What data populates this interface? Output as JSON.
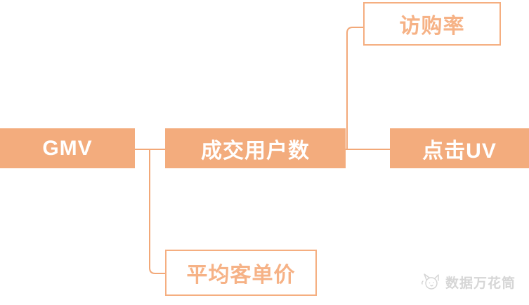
{
  "diagram": {
    "type": "mindmap",
    "description": "GMV metric decomposition tree",
    "nodes": {
      "gmv": {
        "label": "GMV",
        "style": "filled"
      },
      "paying_users": {
        "label": "成交用户数",
        "style": "filled"
      },
      "visit_purchase_rate": {
        "label": "访购率",
        "style": "outlined"
      },
      "click_uv": {
        "label": "点击UV",
        "style": "filled"
      },
      "avg_order_value": {
        "label": "平均客单价",
        "style": "outlined"
      }
    },
    "edges": [
      {
        "from": "gmv",
        "to": "paying_users"
      },
      {
        "from": "gmv",
        "to": "avg_order_value"
      },
      {
        "from": "paying_users",
        "to": "visit_purchase_rate"
      },
      {
        "from": "paying_users",
        "to": "click_uv"
      }
    ],
    "colors": {
      "node_fill": "#F3AC7D",
      "node_border": "#F5AE80",
      "text_on_fill": "#FFFFFF",
      "text_outlined": "#F6B286",
      "connector": "#F2A878",
      "watermark": "#D6D6D6"
    }
  },
  "watermark": {
    "logo_icon": "cat-logo-icon",
    "text": "数据万花筒"
  }
}
